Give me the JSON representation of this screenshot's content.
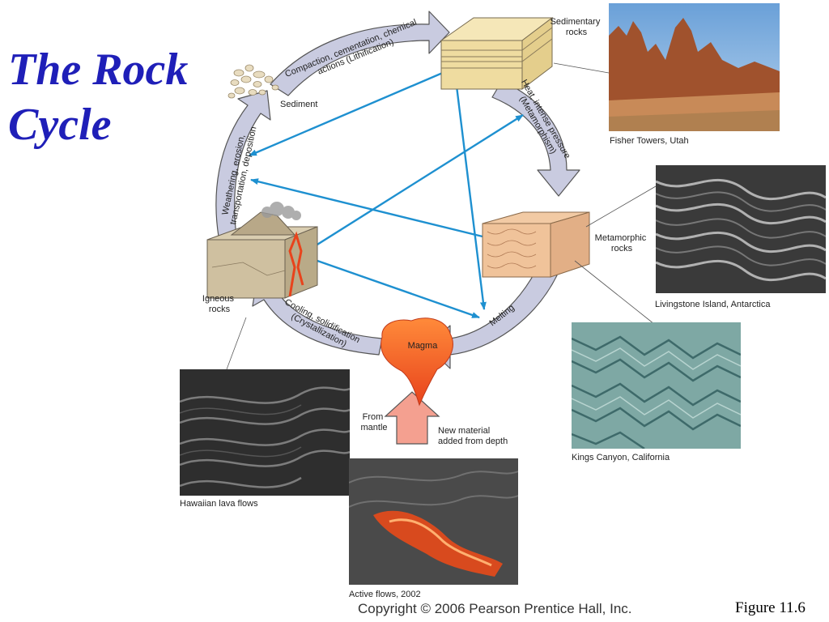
{
  "title": {
    "line1": "The Rock",
    "line2": "Cycle"
  },
  "nodes": {
    "sedimentary": {
      "line1": "Sedimentary",
      "line2": "rocks"
    },
    "metamorphic": {
      "line1": "Metamorphic",
      "line2": "rocks"
    },
    "igneous": {
      "line1": "Igneous",
      "line2": "rocks"
    },
    "sediment": "Sediment",
    "magma": "Magma"
  },
  "processes": {
    "lithification": {
      "line1": "Compaction, cementation, chemical",
      "line2": "actions (Lithification)"
    },
    "metamorphism": {
      "line1": "Heat, intense pressure",
      "line2": "(Metamorphism)"
    },
    "melting": "Melting",
    "crystallization": {
      "line1": "Cooling, solidification",
      "line2": "(Crystallization)"
    },
    "weathering": {
      "line1": "Weathering, erosion,",
      "line2": "transportation, deposition"
    }
  },
  "mantle": {
    "from": {
      "line1": "From",
      "line2": "mantle"
    },
    "new_material": {
      "line1": "New material",
      "line2": "added from depth"
    }
  },
  "photos": {
    "fisher": "Fisher Towers, Utah",
    "livingstone": "Livingstone Island, Antarctica",
    "kings": "Kings Canyon, California",
    "hawaiian": "Hawaiian lava flows",
    "active": "Active flows, 2002"
  },
  "footer": {
    "copyright": "Copyright © 2006 Pearson Prentice Hall, Inc.",
    "figure": "Figure 11.6"
  },
  "colors": {
    "title": "#1f1fb8",
    "shortcut_arrow": "#1e90d0",
    "cycle_arrow": "#c9cbe0",
    "magma": "#f05a28"
  }
}
